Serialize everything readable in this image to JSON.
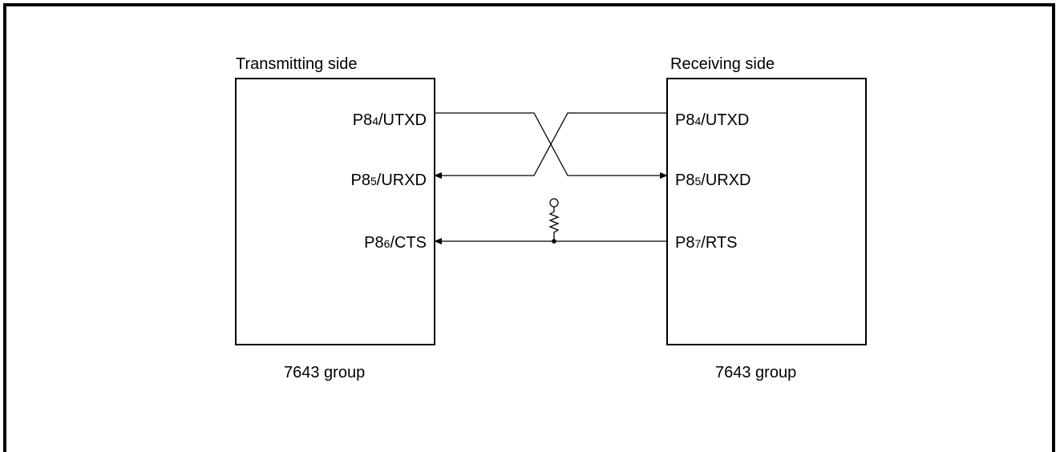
{
  "left_device": {
    "title": "Transmitting side",
    "caption": "7643 group",
    "pins": [
      {
        "prefix": "P8",
        "sub": "4",
        "suffix": "/UTXD"
      },
      {
        "prefix": "P8",
        "sub": "5",
        "suffix": "/URXD"
      },
      {
        "prefix": "P8",
        "sub": "6",
        "suffix": "/CTS"
      }
    ]
  },
  "right_device": {
    "title": "Receiving side",
    "caption": "7643 group",
    "pins": [
      {
        "prefix": "P8",
        "sub": "4",
        "suffix": "/UTXD"
      },
      {
        "prefix": "P8",
        "sub": "5",
        "suffix": "/URXD"
      },
      {
        "prefix": "P8",
        "sub": "7",
        "suffix": "/RTS"
      }
    ]
  }
}
